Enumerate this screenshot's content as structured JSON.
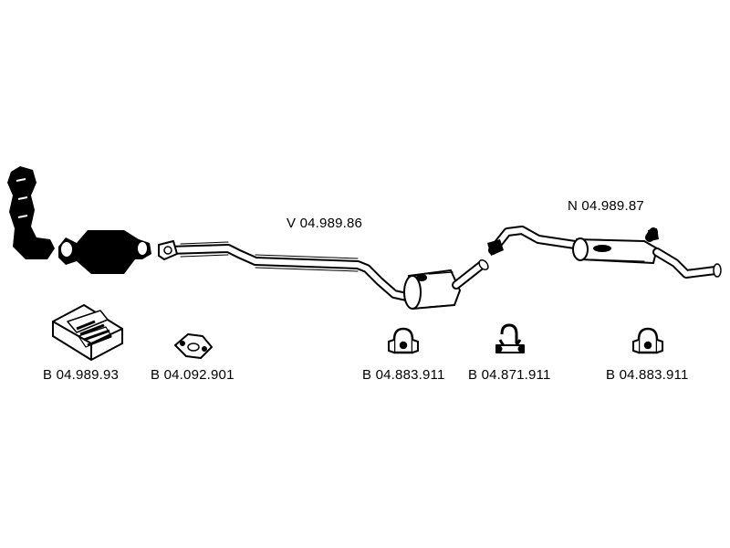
{
  "labels": {
    "front_pipe": "V 04.989.86",
    "rear_silencer": "N 04.989.87",
    "mounting_kit": "B 04.989.93",
    "gasket": "B 04.092.901",
    "hanger_1": "B 04.883.911",
    "clamp": "B 04.871.911",
    "hanger_2": "B 04.883.911"
  }
}
